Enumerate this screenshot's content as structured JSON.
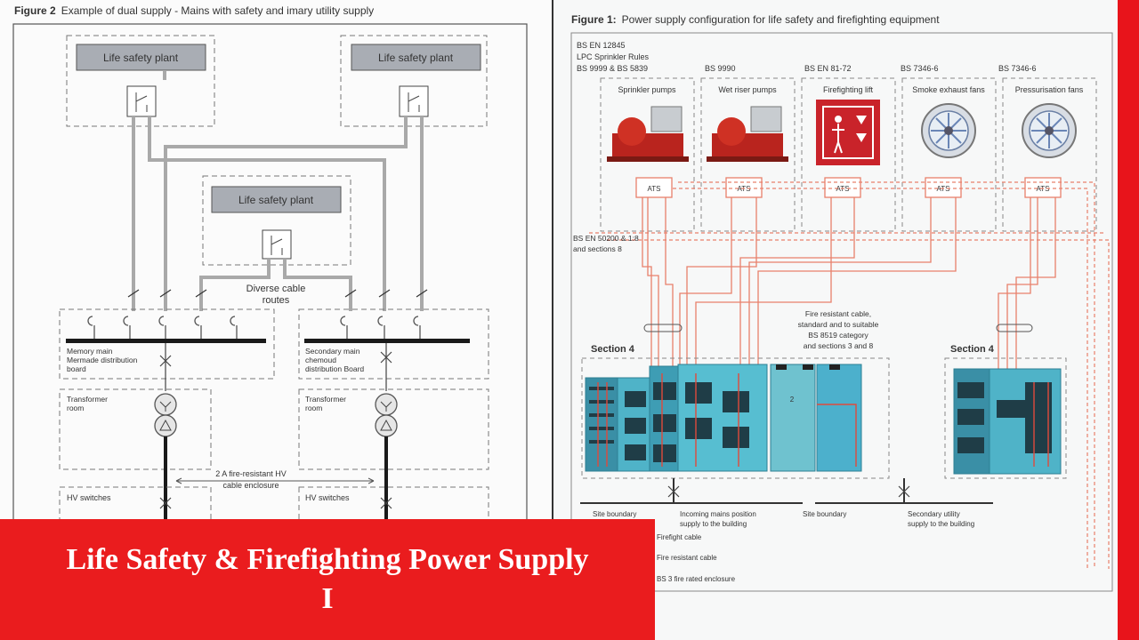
{
  "left_figure": {
    "number": "Figure 2",
    "title": "Example of dual supply - Mains with safety and imary utility supply",
    "plants": [
      "Life safety plant",
      "Life safety plant",
      "Life safety plant"
    ],
    "cable_route_label": [
      "Diverse cable",
      "routes"
    ],
    "board_left_label": [
      "Memory main",
      "Mermade distribution",
      "board"
    ],
    "board_right_label": [
      "Secondary main",
      "chemoud",
      "distribution Board"
    ],
    "transformer_label": [
      "Transformer",
      "room"
    ],
    "fire_cable_label": [
      "2 A fire-resistant HV",
      "cable enclosure"
    ],
    "hv_switch_label": "HV switches"
  },
  "right_figure": {
    "number": "Figure 1:",
    "title": "Power supply configuration for life safety and firefighting equipment",
    "standards_header": [
      "BS EN 12845",
      "LPC Sprinkler Rules",
      "BS 9999 & BS 5839"
    ],
    "standard_codes": [
      "BS 9990",
      "BS EN 81-72",
      "BS 7346-6",
      "BS 7346-6"
    ],
    "equipment": [
      "Sprinkler pumps",
      "Wet riser pumps",
      "Firefighting lift",
      "Smoke exhaust fans",
      "Pressurisation fans"
    ],
    "ats_label": "ATS",
    "standard_side_label": [
      "BS EN 50200 & 1:8",
      "and sections 8"
    ],
    "fire_cable_label": [
      "Fire resistant cable,",
      "standard and to suitable",
      "BS 8519 category",
      "and sections 3 and 8"
    ],
    "section_left": "Section 4",
    "section_right": "Section 4",
    "panel_marker": "2",
    "bottom_left_label": "Site boundary",
    "bottom_mid_label": [
      "Incoming mains position",
      "supply to the building"
    ],
    "bottom_right_label": "Site boundary",
    "bottom_far_label": [
      "Secondary utility",
      "supply to the building"
    ],
    "lower_notes": [
      "Firefight cable",
      "Fire resistant cable",
      "BS 3 fire rated enclosure"
    ]
  },
  "banner": {
    "text": "Life Safety & Firefighting Power Supply I"
  },
  "colors": {
    "banner": "#ea1c1e",
    "red_wire": "#e8806b",
    "grey_wire": "#a9a9a9",
    "switchboard": "#4fb3c8"
  }
}
